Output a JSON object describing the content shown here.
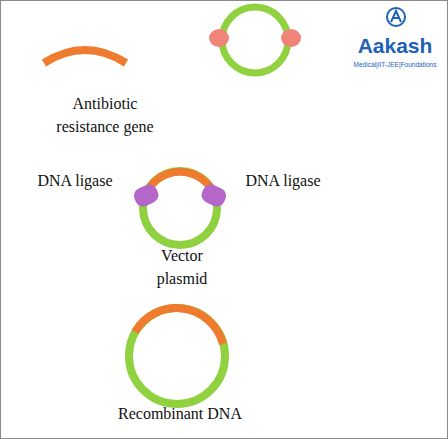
{
  "diagram": {
    "labels": [
      "Antibiotic resistance gene",
      "DNA ligase",
      "DNA ligase",
      "Vector plasmid",
      "Recombinant DNA",
      "Aakash",
      "Medical|IIT-JEE|Foundations"
    ]
  }
}
